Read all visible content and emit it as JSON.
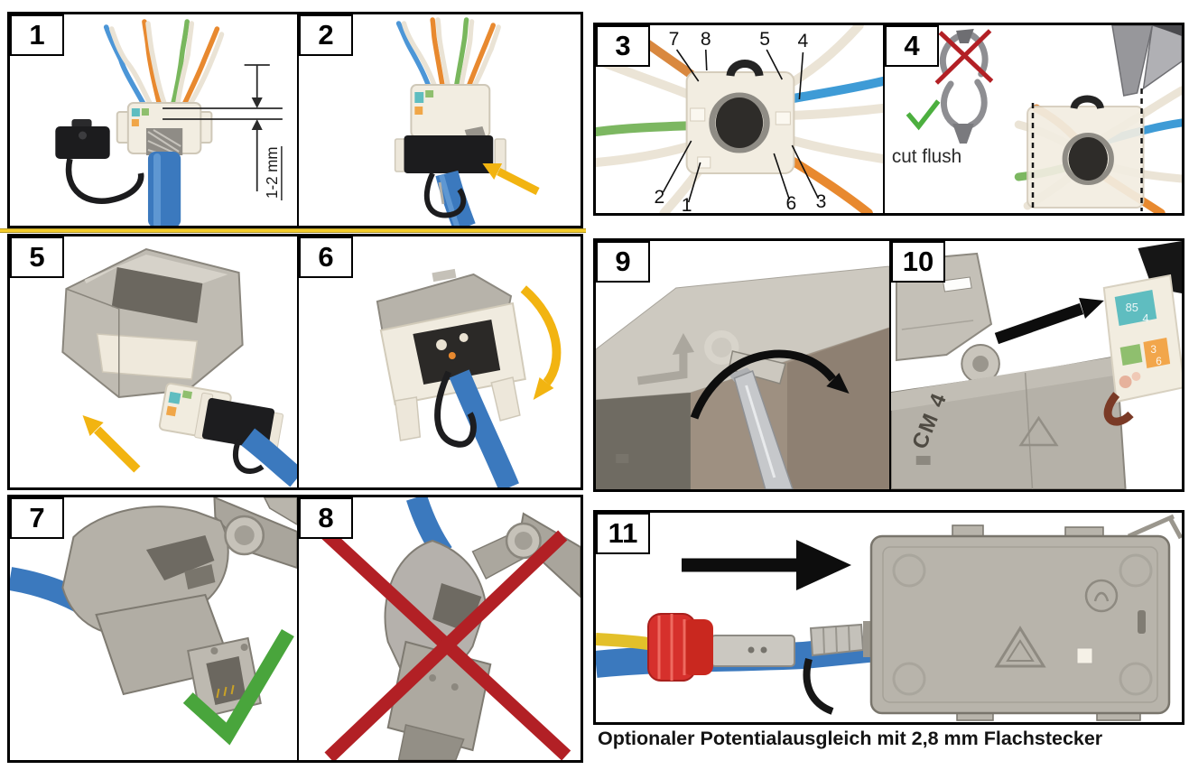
{
  "sheet": {
    "caption": "Optionaler Potentialausgleich mit 2,8 mm Flachstecker"
  },
  "steps": {
    "s1": "1",
    "s2": "2",
    "s3": "3",
    "s4": "4",
    "s5": "5",
    "s6": "6",
    "s7": "7",
    "s8": "8",
    "s9": "9",
    "s10": "10",
    "s11": "11"
  },
  "annotations": {
    "strip_length": "1-2 mm",
    "cut_flush": "cut flush",
    "housing_marking": "CM 4"
  },
  "wiring_labels": {
    "top": [
      "7",
      "8",
      "5",
      "4"
    ],
    "bottom": [
      "2",
      "1",
      "6",
      "3"
    ]
  },
  "manager_codes": [
    "85",
    "4",
    "3",
    "6"
  ],
  "colors": {
    "accent_yellow": "#F2B411",
    "divider_yellow": "#F3CB2A",
    "check_green": "#49A53C",
    "cross_red": "#B22025",
    "cable_blue": "#3B79BE",
    "wire_blue": "#3E9BD6",
    "wire_orange": "#E8892F",
    "wire_green": "#79B75D",
    "wire_cream": "#EAE3D5",
    "crimp_red": "#D6302C",
    "metal_gray": "#B8B4AB"
  }
}
